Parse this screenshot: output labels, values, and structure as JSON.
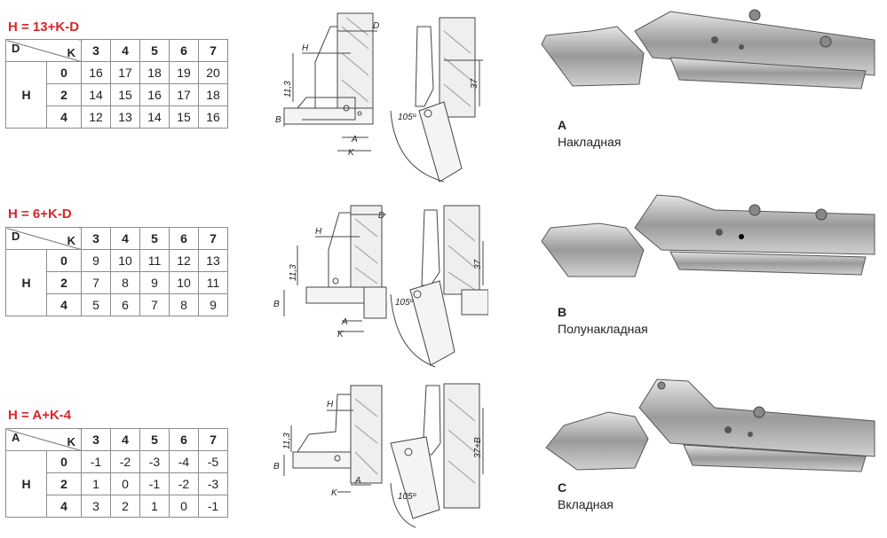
{
  "sections": [
    {
      "formula": "H = 13+K-D",
      "row_var": "D",
      "col_var": "K",
      "k_values": [
        "3",
        "4",
        "5",
        "6",
        "7"
      ],
      "group_label": "H",
      "rows": [
        {
          "key": "0",
          "vals": [
            "16",
            "17",
            "18",
            "19",
            "20"
          ]
        },
        {
          "key": "2",
          "vals": [
            "14",
            "15",
            "16",
            "17",
            "18"
          ]
        },
        {
          "key": "4",
          "vals": [
            "12",
            "13",
            "14",
            "15",
            "16"
          ]
        }
      ],
      "letter": "A",
      "name": "Накладная",
      "dims": {
        "h": "H",
        "d": "D",
        "a": "A",
        "k": "K",
        "b": "B",
        "dim1": "11,3",
        "dim2": "37",
        "angle": "105º"
      }
    },
    {
      "formula": "H = 6+K-D",
      "row_var": "D",
      "col_var": "K",
      "k_values": [
        "3",
        "4",
        "5",
        "6",
        "7"
      ],
      "group_label": "H",
      "rows": [
        {
          "key": "0",
          "vals": [
            "9",
            "10",
            "11",
            "12",
            "13"
          ]
        },
        {
          "key": "2",
          "vals": [
            "7",
            "8",
            "9",
            "10",
            "11"
          ]
        },
        {
          "key": "4",
          "vals": [
            "5",
            "6",
            "7",
            "8",
            "9"
          ]
        }
      ],
      "letter": "B",
      "name": "Полунакладная",
      "dims": {
        "h": "H",
        "d": "D",
        "a": "A",
        "k": "K",
        "b": "B",
        "dim1": "11,3",
        "dim2": "37",
        "angle": "105º"
      }
    },
    {
      "formula": "H = A+K-4",
      "row_var": "A",
      "col_var": "K",
      "k_values": [
        "3",
        "4",
        "5",
        "6",
        "7"
      ],
      "group_label": "H",
      "rows": [
        {
          "key": "0",
          "vals": [
            "-1",
            "-2",
            "-3",
            "-4",
            "-5"
          ]
        },
        {
          "key": "2",
          "vals": [
            "1",
            "0",
            "-1",
            "-2",
            "-3"
          ]
        },
        {
          "key": "4",
          "vals": [
            "3",
            "2",
            "1",
            "0",
            "-1"
          ]
        }
      ],
      "letter": "C",
      "name": "Вкладная",
      "dims": {
        "h": "H",
        "a": "A",
        "k": "K",
        "b": "B",
        "dim1": "11,3",
        "dim2": "37+B",
        "angle": "105º"
      }
    }
  ]
}
